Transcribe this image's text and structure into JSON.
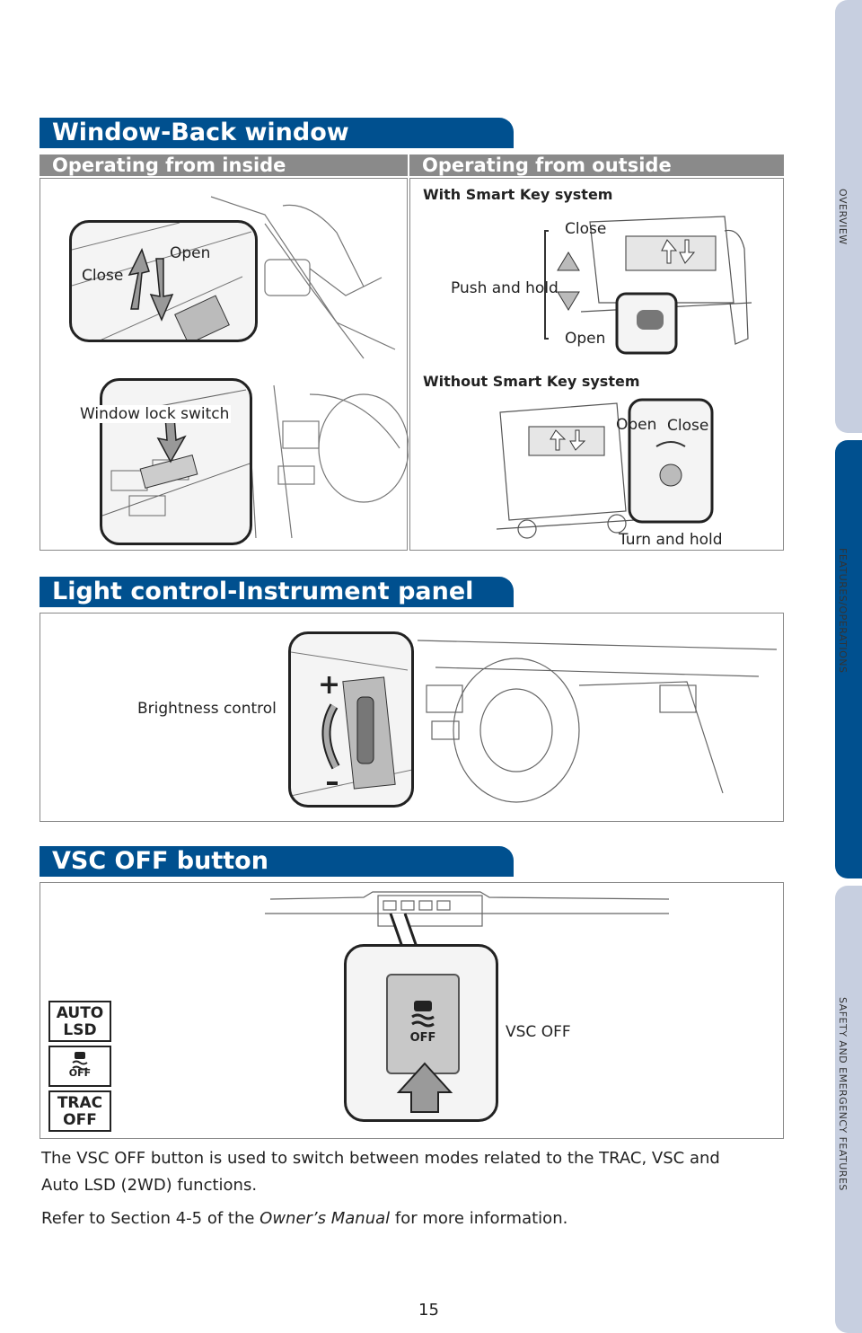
{
  "sections": {
    "window": {
      "title": "Window-Back window",
      "inside": {
        "heading": "Operating from inside",
        "close_label": "Close",
        "open_label": "Open",
        "lock_label": "Window lock switch"
      },
      "outside": {
        "heading": "Operating from outside",
        "smart_key_heading": "With Smart Key system",
        "close_label": "Close",
        "push_hold_label": "Push and hold",
        "open_label": "Open",
        "no_smart_key_heading": "Without Smart Key system",
        "open2_label": "Open",
        "close2_label": "Close",
        "turn_hold_label": "Turn and hold"
      }
    },
    "light": {
      "title": "Light control-Instrument panel",
      "brightness_label": "Brightness control"
    },
    "vsc": {
      "title": "VSC OFF button",
      "vsc_off_label": "VSC OFF",
      "badge_auto_line1": "AUTO",
      "badge_auto_line2": "LSD",
      "badge_off": "OFF",
      "badge_trac_line1": "TRAC",
      "badge_trac_line2": "OFF",
      "button_off": "OFF"
    }
  },
  "body": {
    "para1": "The VSC OFF button is used to switch between modes related to the TRAC, VSC and Auto LSD (2WD) functions.",
    "para2_before": "Refer to Section 4-5 of the ",
    "para2_italic": "Owner’s Manual",
    "para2_after": " for more information."
  },
  "page_number": "15",
  "side_tabs": {
    "overview": "OVERVIEW",
    "features": "FEATURES/OPERATIONS",
    "safety": "SAFETY AND EMERGENCY FEATURES"
  },
  "colors": {
    "section_blue": "#00508f",
    "subheading_gray": "#8a8a8a",
    "tab_light": "#c7cfe0"
  }
}
